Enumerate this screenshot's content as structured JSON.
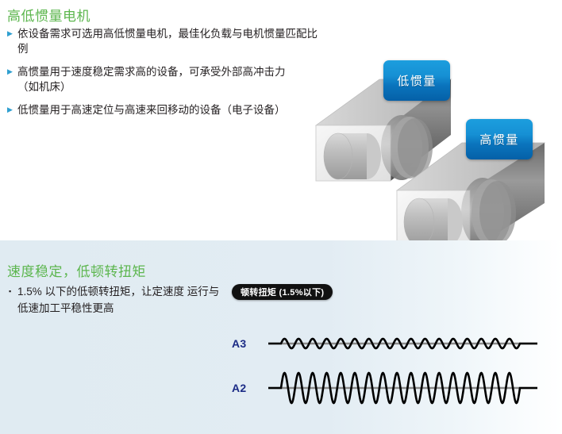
{
  "top": {
    "heading": "高低惯量电机",
    "bullet_marker": "▶",
    "bullets": [
      {
        "line1": "依设备需求可选用高低惯量电机，最佳化负载与电机惯量匹配比例",
        "line2": ""
      },
      {
        "line1": "高惯量用于速度稳定需求高的设备，可承受外部高冲击力",
        "line2": "（如机床）"
      },
      {
        "line1": "低惯量用于高速定位与高速来回移动的设备（电子设备）",
        "line2": ""
      }
    ],
    "badges": {
      "low_inertia": "低惯量",
      "high_inertia": "高惯量"
    },
    "illustration_name": "two-isometric-servo-motors"
  },
  "bottom": {
    "heading": "速度稳定，低顿转扭矩",
    "bullet_marker": "▪",
    "bullets": [
      {
        "line1": "1.5% 以下的低顿转扭矩，让定速度",
        "line2": "运行与低速加工平稳性更高"
      }
    ],
    "pill_label": "顿转扭矩 (1.5%以下)"
  },
  "colors": {
    "heading_green": "#5cb64e",
    "bullet_blue": "#2f9fd0",
    "badge_blue_light": "#1c9ede",
    "badge_blue_dark": "#0560a7",
    "wave_label_navy": "#1b2b86",
    "pill_black": "#111111",
    "panel_bg": "#e0ebf2"
  },
  "chart_data": {
    "type": "line",
    "title": "顿转扭矩 (1.5%以下)",
    "xlabel": "",
    "ylabel": "",
    "grid": false,
    "legend_position": "left",
    "annotations": [
      "顿转扭矩 (1.5%以下)"
    ],
    "series": [
      {
        "name": "A3",
        "label": "A3",
        "waveform": "sine",
        "cycles": 17,
        "amplitude": 6,
        "baseline_color": "#888888",
        "trace_color": "#000000",
        "description": "低振幅正弦波 — 顿转扭矩小"
      },
      {
        "name": "A2",
        "label": "A2",
        "waveform": "sine",
        "cycles": 17,
        "amplitude": 19,
        "baseline_color": "#888888",
        "trace_color": "#000000",
        "description": "高振幅正弦波 — 顿转扭矩大"
      }
    ]
  }
}
